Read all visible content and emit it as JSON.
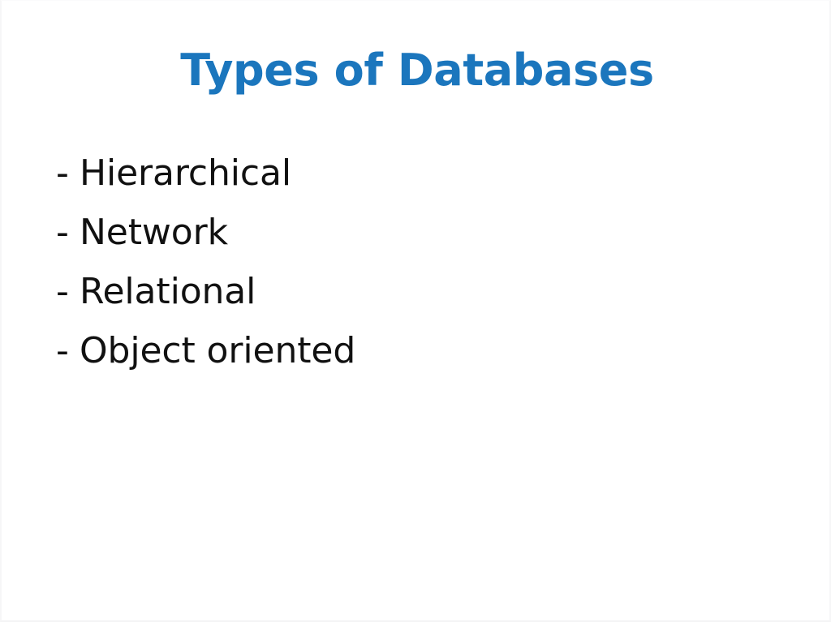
{
  "slide": {
    "title": "Types of Databases",
    "title_color": "#1b76bd",
    "background_color": "#ffffff",
    "text_color": "#111111",
    "bullets": [
      {
        "marker": "-",
        "text": "Hierarchical"
      },
      {
        "marker": "-",
        "text": "Network"
      },
      {
        "marker": "-",
        "text": "Relational"
      },
      {
        "marker": "-",
        "text": "Object oriented"
      }
    ]
  }
}
